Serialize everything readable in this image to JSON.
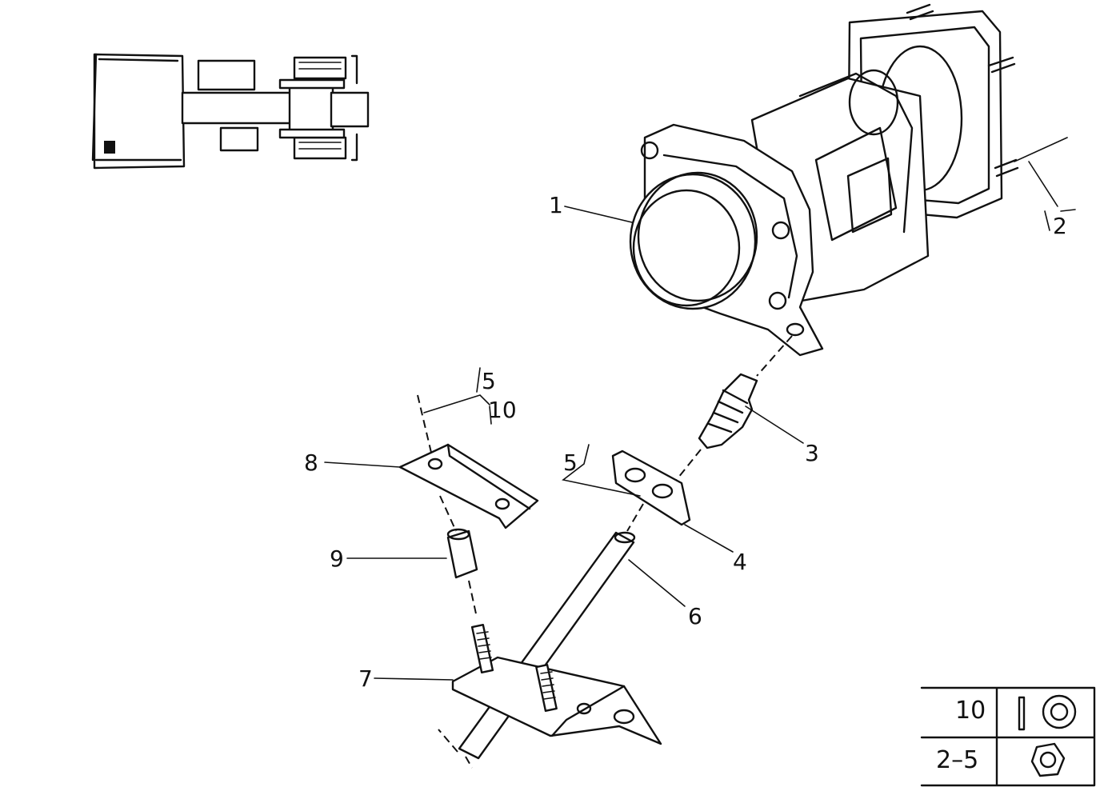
{
  "callouts": {
    "c1": "1",
    "c2": "2",
    "c3": "3",
    "c4": "4",
    "c5a": "5",
    "c5b": "5",
    "c6": "6",
    "c7": "7",
    "c8": "8",
    "c9": "9",
    "c10": "10"
  },
  "legend": {
    "row1_label": "10",
    "row1_icons": [
      "pin-icon",
      "washer-icon"
    ],
    "row2_label": "2–5",
    "row2_icons": [
      "hex-nut-icon"
    ]
  },
  "colors": {
    "ink": "#111111",
    "paper": "#ffffff"
  }
}
